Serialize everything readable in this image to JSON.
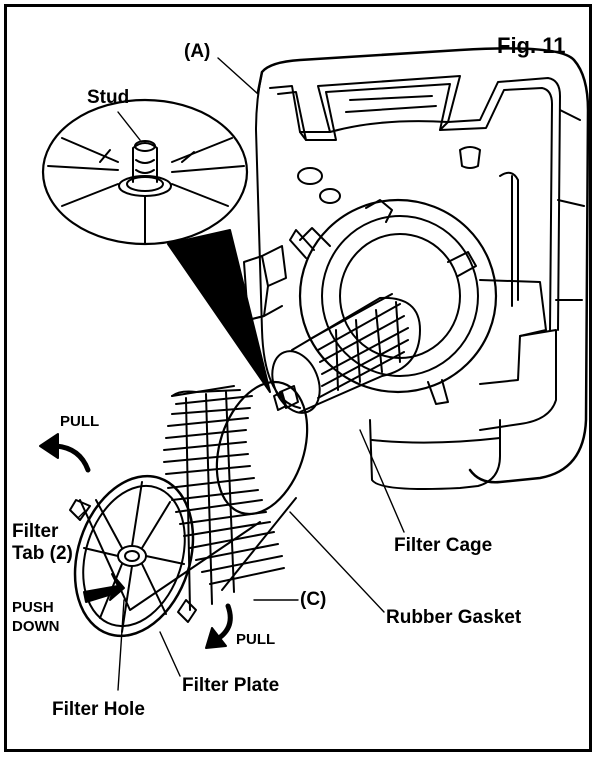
{
  "figure": {
    "title": "Fig. 11"
  },
  "labels": {
    "a": "(A)",
    "stud": "Stud",
    "pull_top": "PULL",
    "filter_tab_line1": "Filter",
    "filter_tab_line2": "Tab (2)",
    "push_down_line1": "PUSH",
    "push_down_line2": "DOWN",
    "filter_cage": "Filter Cage",
    "c": "(C)",
    "rubber_gasket": "Rubber Gasket",
    "pull_bottom": "PULL",
    "filter_plate": "Filter Plate",
    "filter_hole": "Filter Hole"
  },
  "colors": {
    "ink": "#000000",
    "paper": "#ffffff"
  }
}
